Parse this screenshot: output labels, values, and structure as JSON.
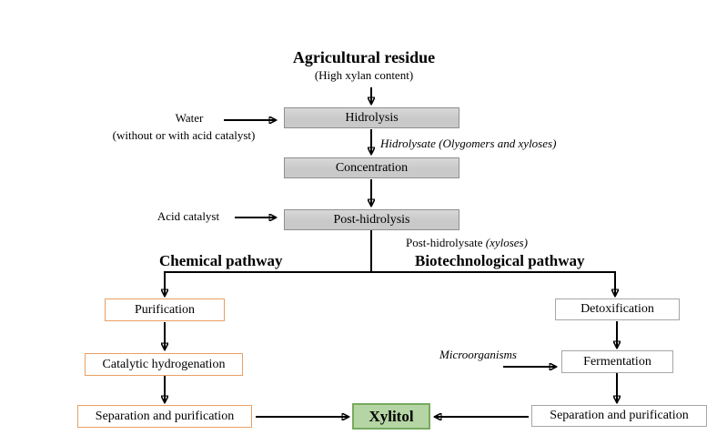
{
  "figure": {
    "title": "Agricultural residue",
    "subtitle": "(High xylan content)",
    "process_steps": {
      "hydrolysis": "Hidrolysis",
      "concentration": "Concentration",
      "post_hydrolysis": "Post-hidrolysis"
    },
    "inputs": {
      "water": "Water",
      "water_note": "(without or with acid catalyst)",
      "acid_catalyst": "Acid catalyst",
      "microorganisms": "Microorganisms"
    },
    "streams": {
      "hydrolysate": "Hidrolysate (Olygomers and xyloses)",
      "post_hydrolysate": "Post-hidrolysate",
      "post_hydrolysate_note": "(xyloses)"
    },
    "chemical_pathway": {
      "label": "Chemical pathway",
      "steps": [
        "Purification",
        "Catalytic hydrogenation",
        "Separation and purification"
      ]
    },
    "biotech_pathway": {
      "label": "Biotechnological pathway",
      "steps": [
        "Detoxification",
        "Fermentation",
        "Separation and purification"
      ]
    },
    "product": "Xylitol",
    "colors": {
      "process_fill": "#c9c9c9",
      "process_border": "#8f8f8f",
      "chemical_border": "#e9a063",
      "biotech_border": "#a6a6a6",
      "product_fill": "#b5d5a4",
      "product_border": "#76ab5f",
      "arrow": "#000000"
    }
  }
}
